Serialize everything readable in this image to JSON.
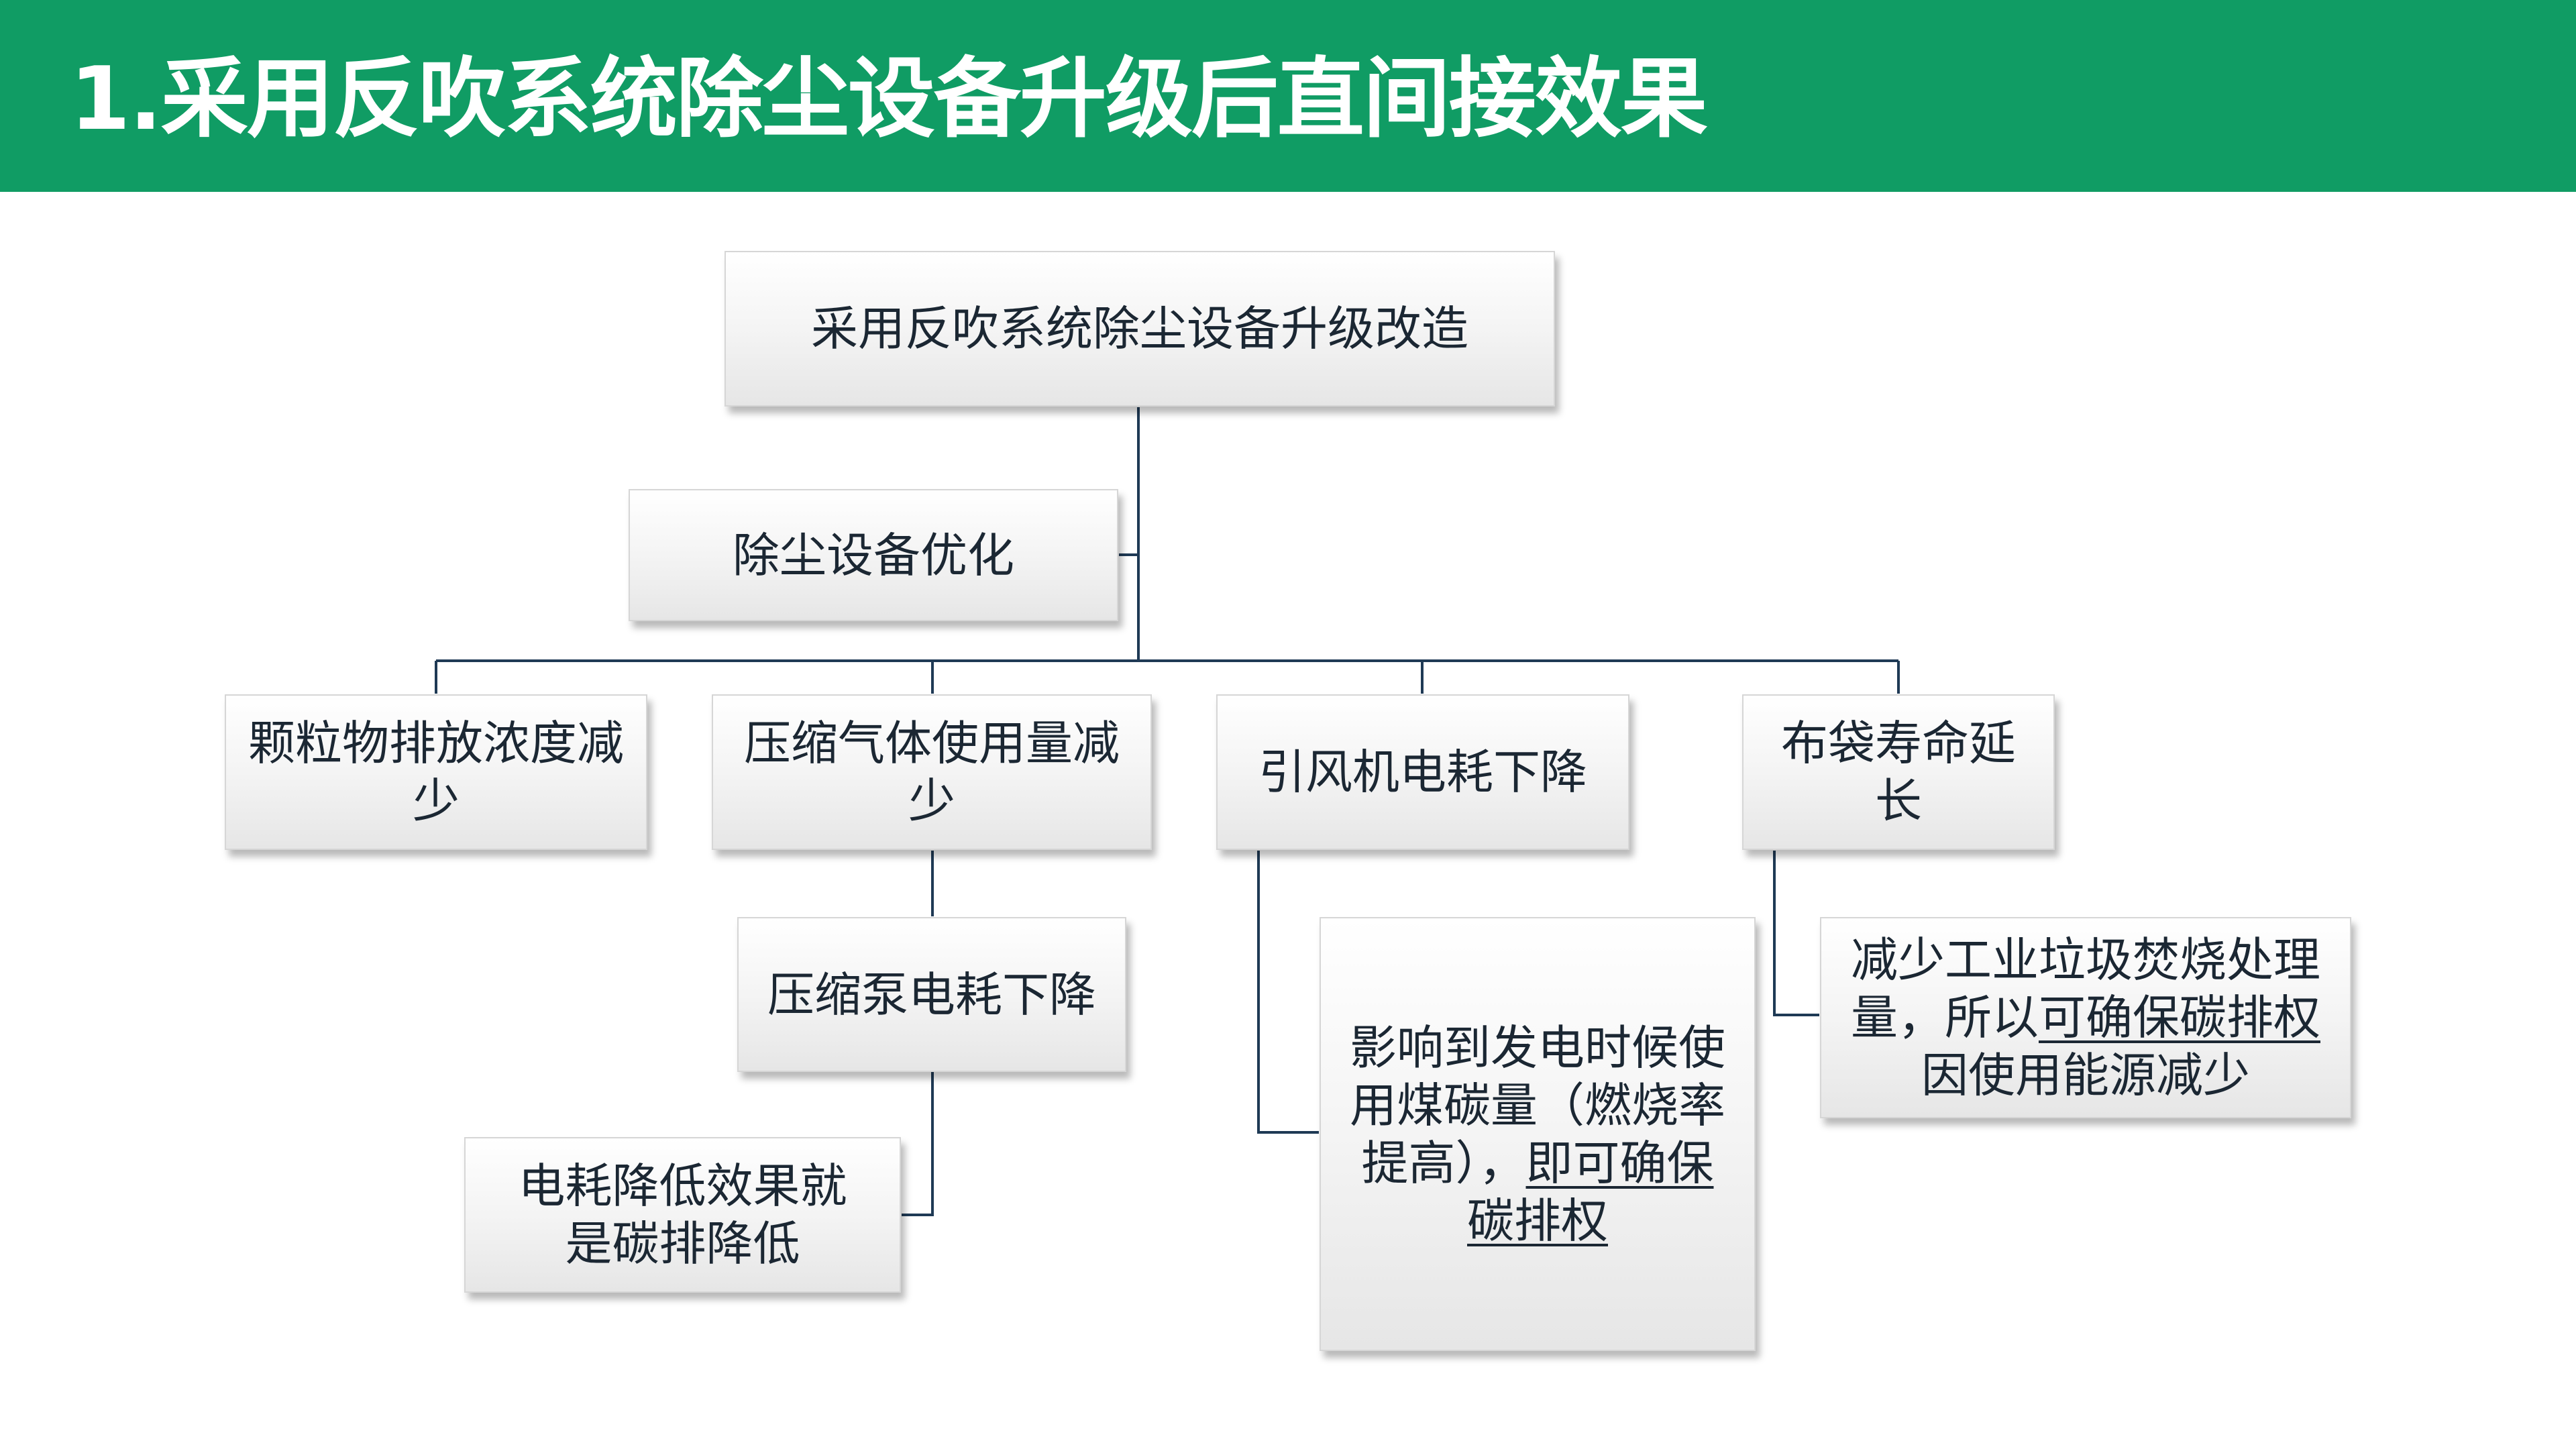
{
  "header": {
    "title": "1.采用反吹系统除尘设备升级后直间接效果",
    "bg_color": "#109c64"
  },
  "diagram": {
    "root": "采用反吹系统除尘设备升级改造",
    "assistant": "除尘设备优化",
    "branches": {
      "particulate": "颗粒物排放浓度减少",
      "compressed_gas": "压缩气体使用量减少",
      "fan": "引风机电耗下降",
      "bag": "布袋寿命延长"
    },
    "children": {
      "pump": "压缩泵电耗下降",
      "pump_effect": "电耗降低效果就是碳排降低",
      "fan_effect_plain": "影响到发电时候使用煤碳量（燃烧率提高），",
      "fan_effect_link": "即可确保碳排权",
      "bag_effect_plain_1": "减少工业垃圾焚烧处理量，所以",
      "bag_effect_link": "可确保碳排权",
      "bag_effect_plain_2": "因使用能源减少"
    },
    "line_color": "#1f3a55"
  }
}
